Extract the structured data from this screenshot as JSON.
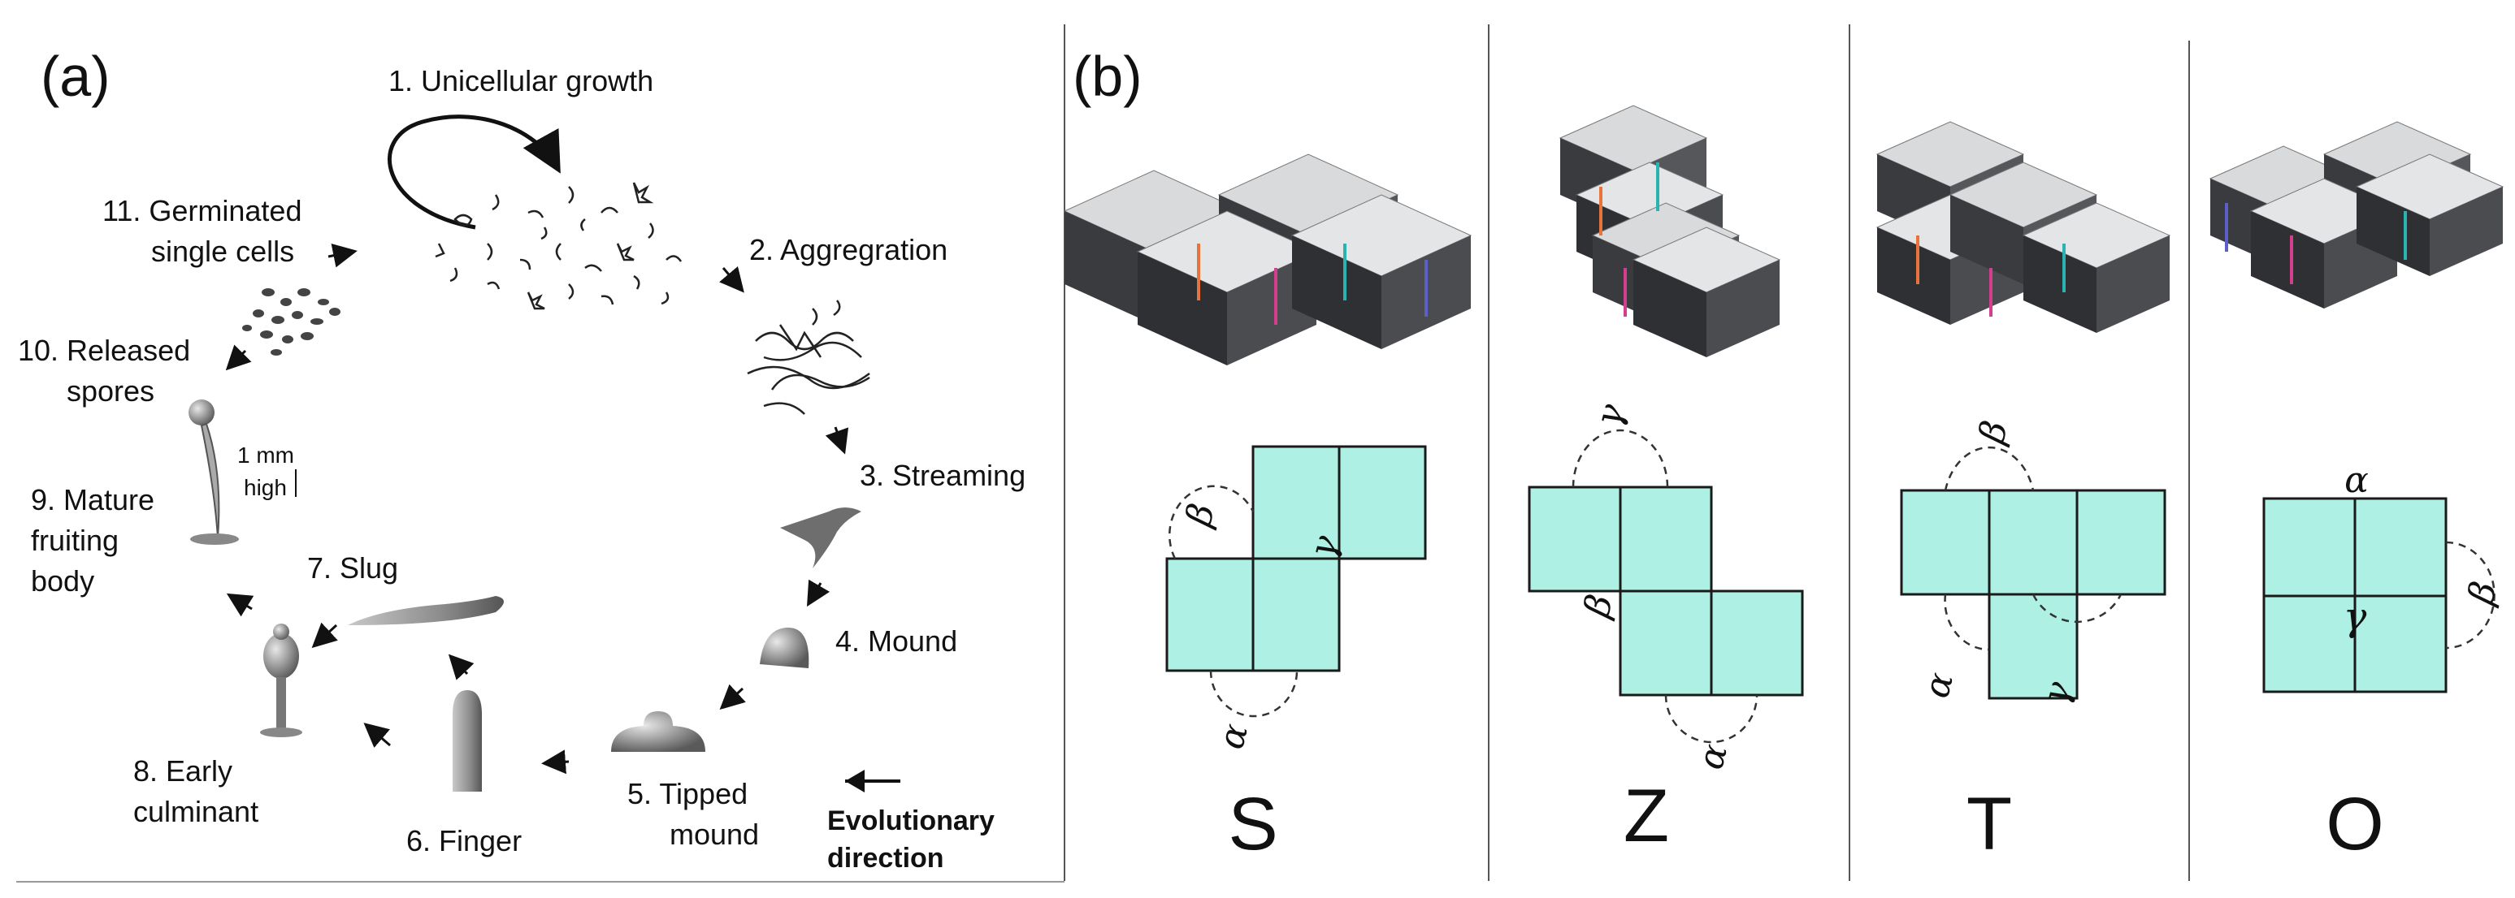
{
  "panel_a": {
    "label": "(a)",
    "stages": {
      "s1": "1. Unicellular growth",
      "s2": "2. Aggregration",
      "s3": "3. Streaming",
      "s4": "4. Mound",
      "s5a": "5. Tipped",
      "s5b": "mound",
      "s6": "6. Finger",
      "s7": "7. Slug",
      "s8a": "8. Early",
      "s8b": "culminant",
      "s9a": "9. Mature",
      "s9b": "fruiting",
      "s9c": "body",
      "s10a": "10. Released",
      "s10b": "spores",
      "s11a": "11. Germinated",
      "s11b": "single cells"
    },
    "scale_a": "1 mm",
    "scale_b": "high",
    "evo_a": "Evolutionary",
    "evo_b": "direction"
  },
  "panel_b": {
    "label": "(b)",
    "shapes": [
      {
        "letter": "S",
        "greek": [
          "β",
          "γ",
          "α"
        ]
      },
      {
        "letter": "Z",
        "greek": [
          "γ",
          "β",
          "α"
        ]
      },
      {
        "letter": "T",
        "greek": [
          "β",
          "α",
          "γ"
        ]
      },
      {
        "letter": "O",
        "greek": [
          "α",
          "γ",
          "β"
        ]
      }
    ]
  },
  "colors": {
    "tile": "#aef1e4",
    "tile_stroke": "#1a1a1a",
    "module_top": "#d9dadc",
    "module_side": "#3a3b3e",
    "pins": [
      "#e8743b",
      "#d43f8d",
      "#2bb3b1",
      "#5b5fc7"
    ]
  }
}
